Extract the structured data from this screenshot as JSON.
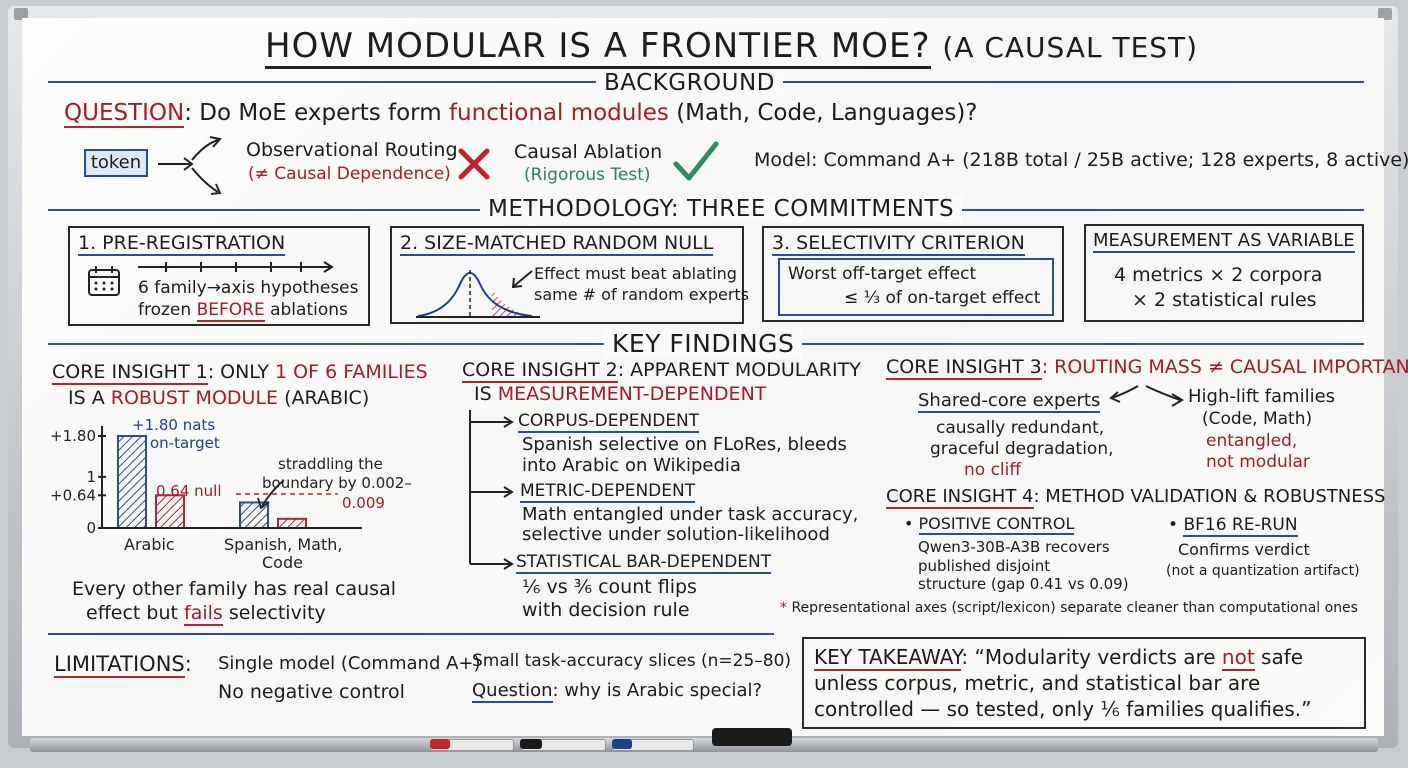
{
  "title": {
    "main": "HOW MODULAR IS A FRONTIER MOE?",
    "sub": "(A CAUSAL TEST)"
  },
  "background": {
    "heading": "BACKGROUND",
    "question_label": "QUESTION",
    "question_pre": ": Do MoE experts form ",
    "question_highlight": "functional modules",
    "question_post": " (Math, Code, Languages)?",
    "token": "token",
    "observational": "Observational Routing",
    "observational_note": "(≠ Causal Dependence)",
    "causal": "Causal Ablation",
    "causal_note": "(Rigorous Test)",
    "model": "Model: Command A+ (218B total / 25B active; 128 experts, 8 active)"
  },
  "methodology": {
    "heading": "METHODOLOGY: THREE COMMITMENTS",
    "box1": {
      "title": "1. PRE-REGISTRATION",
      "line1": "6 family→axis hypotheses",
      "line2_pre": "frozen ",
      "line2_hl": "BEFORE",
      "line2_post": " ablations"
    },
    "box2": {
      "title": "2. SIZE-MATCHED RANDOM NULL",
      "line1": "Effect must beat ablating",
      "line2": "same # of random experts"
    },
    "box3": {
      "title": "3. SELECTIVITY CRITERION",
      "line1": "Worst off-target effect",
      "line2": "≤ ⅓ of on-target effect"
    },
    "box4": {
      "title": "MEASUREMENT AS VARIABLE",
      "line1": "4 metrics × 2 corpora",
      "line2": "× 2 statistical rules"
    }
  },
  "findings": {
    "heading": "KEY FINDINGS",
    "insight1": {
      "label": "CORE INSIGHT 1",
      "l1_pre": ": ONLY ",
      "l1_hl": "1 OF 6 FAMILIES",
      "l2_pre": "IS A ",
      "l2_hl": "ROBUST MODULE",
      "l2_post": " (ARABIC)",
      "on_target_label": "+1.80 nats",
      "on_target_label2": "on-target",
      "null_label": "0.64 null",
      "straddle1": "straddling the",
      "straddle2": "boundary by 0.002–",
      "straddle3": "0.009",
      "cat_arabic": "Arabic",
      "cat_other1": "Spanish, Math,",
      "cat_other2": "Code",
      "foot1": "Every other family has real causal",
      "foot2_pre": "effect but ",
      "foot2_hl": "fails",
      "foot2_post": " selectivity"
    },
    "insight2": {
      "label": "CORE INSIGHT 2",
      "l1_post": ": APPARENT MODULARITY",
      "l2_pre": "IS ",
      "l2_hl": "MEASUREMENT-DEPENDENT",
      "corpus_title": "CORPUS-DEPENDENT",
      "corpus_1": "Spanish selective on FLoRes, bleeds",
      "corpus_2": "into Arabic on Wikipedia",
      "metric_title": "METRIC-DEPENDENT",
      "metric_1": "Math entangled under task accuracy,",
      "metric_2": "selective under solution-likelihood",
      "stat_title": "STATISTICAL BAR-DEPENDENT",
      "stat_1": "⅙ vs ³⁄₆ count flips",
      "stat_2": "with decision rule"
    },
    "insight3": {
      "label": "CORE INSIGHT 3",
      "hl": ": ROUTING MASS ≠ CAUSAL IMPORTANCE",
      "shared": "Shared-core experts",
      "shared_1": "causally redundant,",
      "shared_2": "graceful degradation,",
      "shared_3": "no cliff",
      "high": "High-lift families",
      "high_1": "(Code, Math)",
      "high_2": "entangled,",
      "high_3": "not modular"
    },
    "insight4": {
      "label": "CORE INSIGHT 4",
      "rest": ": METHOD VALIDATION & ROBUSTNESS",
      "pc_title": "POSITIVE CONTROL",
      "pc_1": "Qwen3-30B-A3B recovers",
      "pc_2": "published disjoint",
      "pc_3": "structure (gap 0.41 vs 0.09)",
      "bf_title": "BF16 RE-RUN",
      "bf_1": "Confirms verdict",
      "bf_2": "(not a quantization artifact)"
    },
    "footnote": "Representational axes (script/lexicon) separate cleaner than computational ones"
  },
  "limitations": {
    "label": "LIMITATIONS",
    "item1": "Single model (Command A+)",
    "item2": "No negative control",
    "item3": "Small task-accuracy slices (n=25–80)",
    "item4_label": "Question",
    "item4_rest": ": why is Arabic special?"
  },
  "takeaway": {
    "label": "KEY TAKEAWAY",
    "l1_pre": ": “Modularity verdicts are ",
    "l1_hl": "not",
    "l1_post": " safe",
    "l2": "unless corpus, metric, and statistical bar are",
    "l3": "controlled — so tested, only ⅙ families qualifies.”"
  },
  "chart_data": {
    "type": "bar",
    "categories": [
      "Arabic",
      "Spanish, Math, Code"
    ],
    "series": [
      {
        "name": "on-target",
        "values": [
          1.8,
          0.5
        ]
      },
      {
        "name": "null",
        "values": [
          0.64,
          0.18
        ]
      }
    ],
    "yticks": [
      "+1.80",
      "1",
      "+0.64",
      "0"
    ],
    "ytick_values": [
      1.8,
      1.0,
      0.64,
      0
    ],
    "ylim": [
      0,
      1.8
    ],
    "colors": {
      "on_target": "#2a4c9b",
      "null": "#b3262d"
    }
  }
}
